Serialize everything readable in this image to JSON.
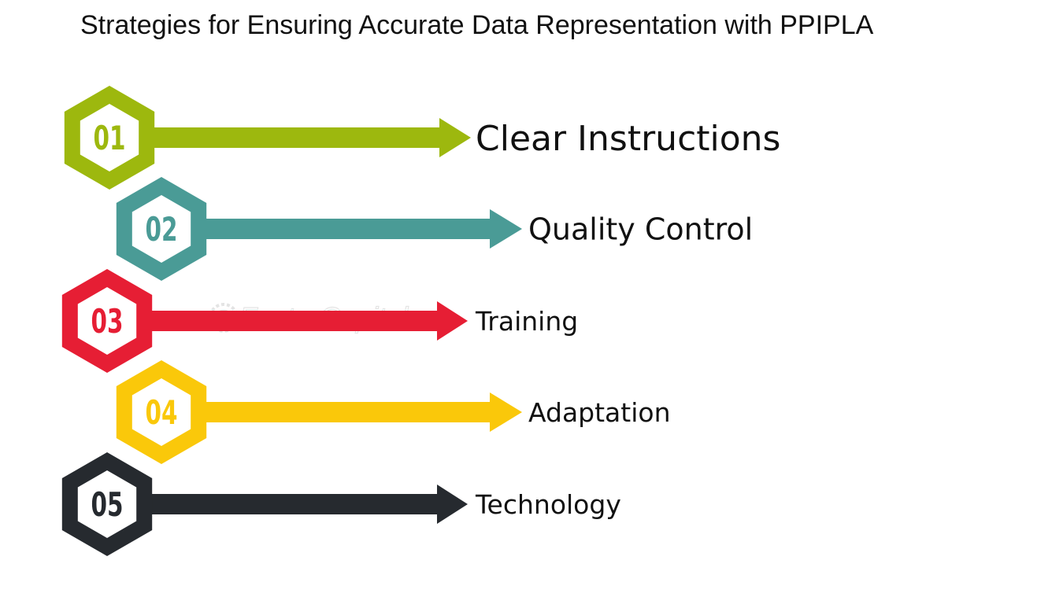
{
  "title": "Strategies for Ensuring Accurate Data Representation with PPIPLA",
  "watermark": "FasterCapital",
  "steps": [
    {
      "number": "01",
      "label": "Clear Instructions",
      "color": "#9db80e"
    },
    {
      "number": "02",
      "label": "Quality Control",
      "color": "#4a9b96"
    },
    {
      "number": "03",
      "label": "Training",
      "color": "#e61e34"
    },
    {
      "number": "04",
      "label": "Adaptation",
      "color": "#fac80a"
    },
    {
      "number": "05",
      "label": "Technology",
      "color": "#262a2f"
    }
  ]
}
